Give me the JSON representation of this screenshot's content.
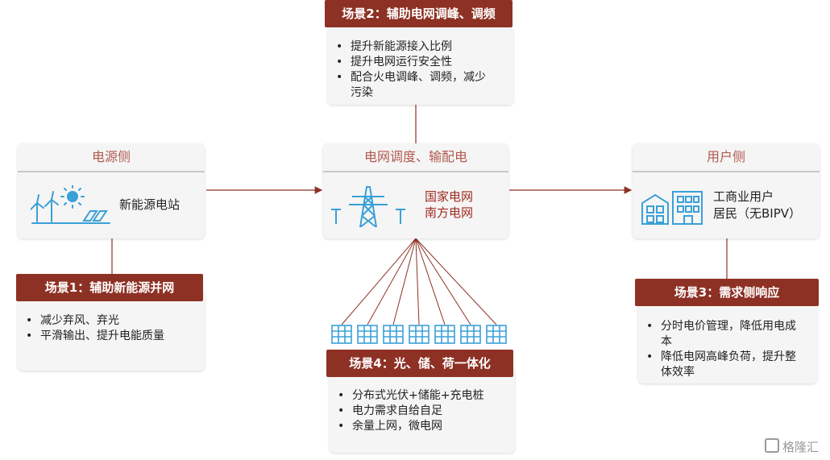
{
  "scenario2": {
    "title": "场景2：辅助电网调峰、调频",
    "items": [
      "提升新能源接入比例",
      "提升电网运行安全性",
      "配合火电调峰、调频，减少污染"
    ]
  },
  "source": {
    "title": "电源侧",
    "label": "新能源电站"
  },
  "grid": {
    "title": "电网调度、输配电",
    "labels": [
      "国家电网",
      "南方电网"
    ]
  },
  "user": {
    "title": "用户侧",
    "labels": [
      "工商业用户",
      "居民（无BIPV）"
    ]
  },
  "scenario1": {
    "title": "场景1：辅助新能源并网",
    "items": [
      "减少弃风、弃光",
      "平滑输出、提升电能质量"
    ]
  },
  "scenario3": {
    "title": "场景3：需求侧响应",
    "items": [
      "分时电价管理，降低用电成本",
      "降低电网高峰负荷，提升整体效率"
    ]
  },
  "scenario4": {
    "title": "场景4：光、储、荷一体化",
    "items": [
      "分布式光伏+储能+充电桩",
      "电力需求自给自足",
      "余量上网，微电网"
    ]
  },
  "watermark": {
    "text": "格隆汇"
  },
  "colors": {
    "accent": "#8e3125",
    "icon": "#3aa0d8",
    "title_text": "#b05a4e"
  }
}
